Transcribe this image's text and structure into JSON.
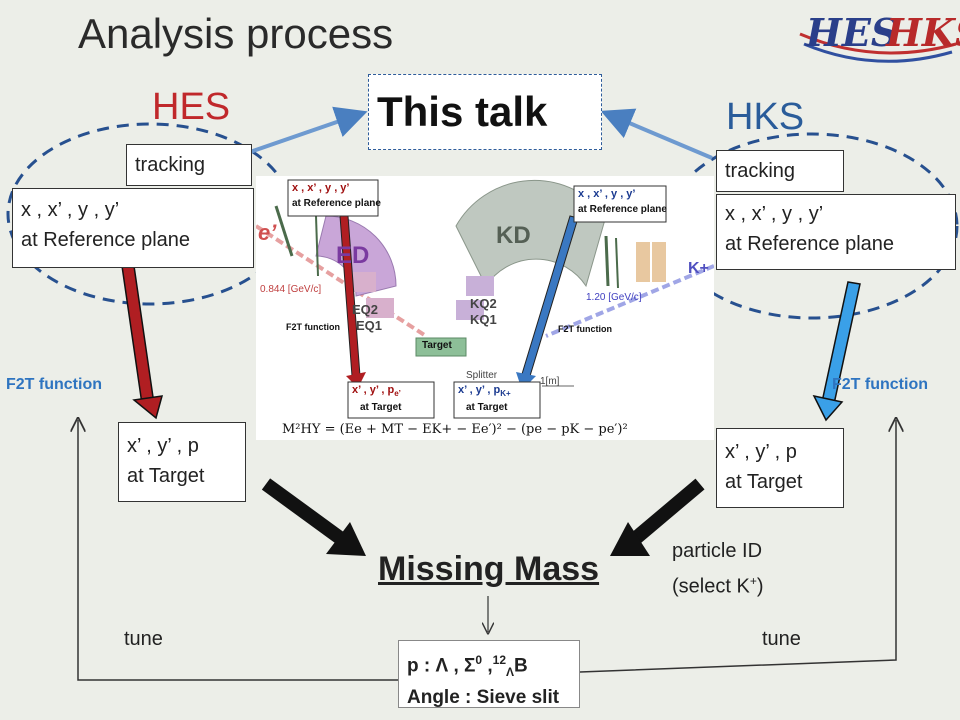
{
  "title": "Analysis process",
  "hes_label": "HES",
  "hks_label": "HKS",
  "this_talk": "This talk",
  "logo": {
    "hes": "HES",
    "hks": "HKS"
  },
  "hes": {
    "tracking": "tracking",
    "ref_line1": "x , x’ , y , y’",
    "ref_line2": "at Reference plane",
    "f2t": "F2T function",
    "target_line1": "x’ , y’ , p",
    "target_line2": "at Target",
    "tune": "tune"
  },
  "hks": {
    "tracking": "tracking",
    "ref_line1": "x , x’ , y , y’",
    "ref_line2": "at Reference plane",
    "f2t": "F2T function",
    "target_line1": "x’ , y’ , p",
    "target_line2": "at Target",
    "tune": "tune",
    "pid_line1": "particle ID",
    "pid_line2_pre": "(select K",
    "pid_line2_sup": "+",
    "pid_line2_post": ")"
  },
  "missing_mass": "Missing Mass",
  "result": {
    "line1_bold": "p",
    "line1_rest": " : Λ , Σ",
    "line1_sup0": "0",
    "line1_rest2": " ,",
    "line1_sup12": "12",
    "line1_sub": "Λ",
    "line1_end": "B",
    "line2_bold": "Angle",
    "line2_rest": " : Sieve slit"
  },
  "figure": {
    "ed": "ED",
    "kd": "KD",
    "e_prime": "e’",
    "k_plus": "K+",
    "eq2": "EQ2",
    "eq1": "EQ1",
    "kq2": "KQ2",
    "kq1": "KQ1",
    "target": "Target",
    "splitter": "Splitter",
    "f2t_left": "F2T function",
    "f2t_right": "F2T function",
    "mom_left": "0.844 [GeV/c]",
    "mom_right": "1.20 [GeV/c]",
    "ref_left_l1": "x , x’ , y , y’",
    "ref_left_l2": "at Reference plane",
    "ref_right_l1": "x , x’ , y , y’",
    "ref_right_l2": "at Reference plane",
    "tgt_left_l1": "x’ , y’ , p",
    "tgt_left_sub": "e’",
    "tgt_left_l2": "at Target",
    "tgt_right_l1": "x’ , y’ , p",
    "tgt_right_sub": "K+",
    "tgt_right_l2": "at Target",
    "scale": "1[m]",
    "formula": "M²HY = (Ee + MT − EK+ − Ee′)² − (pe − pK − pe′)²"
  },
  "colors": {
    "red_arrow": "#b01e22",
    "blue_arrow": "#3a78c2",
    "dashed_ellipse": "#27508f",
    "hes": "#c0282b",
    "hks": "#2a5c9a"
  }
}
